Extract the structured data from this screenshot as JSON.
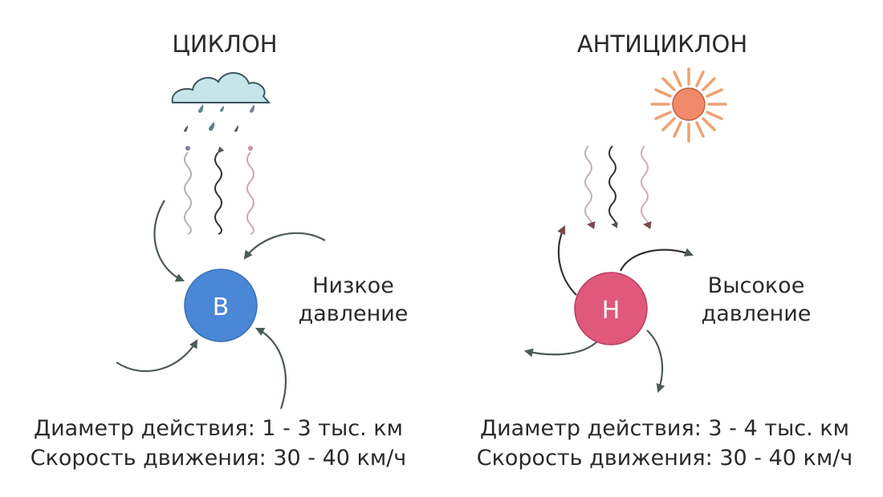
{
  "cyclone": {
    "title": "ЦИКЛОН",
    "center_letter": "В",
    "pressure_line1": "Низкое",
    "pressure_line2": "давление",
    "diameter": "Диаметр действия: 1 - 3 тыс. км",
    "speed": "Скорость движения: 30 - 40 км/ч",
    "color": "#4a87d6",
    "weather_icon": "rain-cloud-icon"
  },
  "anticyclone": {
    "title": "АНТИЦИКЛОН",
    "center_letter": "Н",
    "pressure_line1": "Высокое",
    "pressure_line2": "давление",
    "diameter": "Диаметр действия: 3 - 4 тыс. км",
    "speed": "Скорость движения: 30 - 40 км/ч",
    "color": "#e0587a",
    "weather_icon": "sun-icon"
  }
}
